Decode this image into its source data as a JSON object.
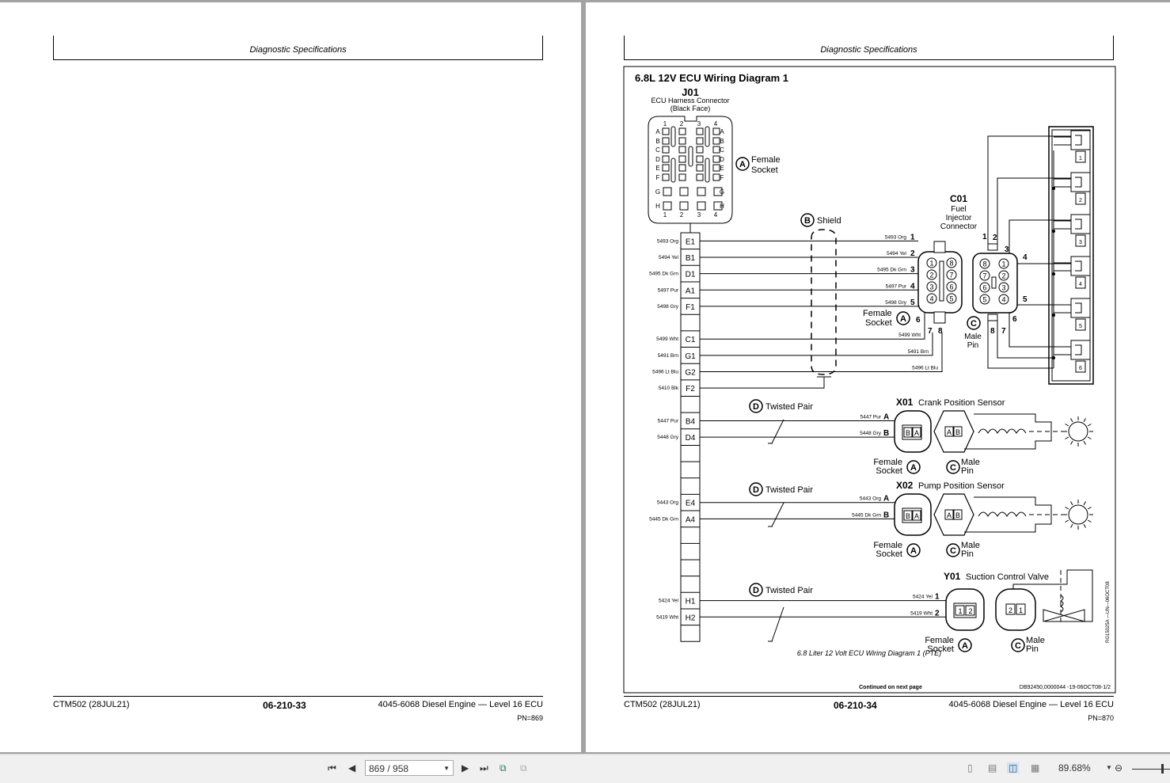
{
  "viewer": {
    "page_field": "869 / 958",
    "zoom": "89.68%",
    "icons": [
      "first-page-icon",
      "previous-page-icon",
      "next-page-icon",
      "last-page-icon",
      "previous-view-icon",
      "next-view-icon",
      "single-page-icon",
      "continuous-page-icon",
      "facing-pages-icon",
      "continuous-facing-icon",
      "zoom-out-icon"
    ]
  },
  "left_page": {
    "header": "Diagnostic Specifications",
    "footer_left": "CTM502 (28JUL21)",
    "footer_center": "06-210-33",
    "footer_right": "4045-6068 Diesel Engine — Level 16 ECU",
    "pn": "PN=869"
  },
  "right_page": {
    "header": "Diagnostic Specifications",
    "footer_left": "CTM502 (28JUL21)",
    "footer_center": "06-210-34",
    "footer_right": "4045-6068 Diesel Engine — Level 16 ECU",
    "pn": "PN=870"
  },
  "diagram": {
    "title": "6.8L 12V ECU Wiring Diagram 1",
    "j01": {
      "id": "J01",
      "name": "ECU Harness Connector",
      "sub": "(Black Face)",
      "cols": [
        "1",
        "2",
        "3",
        "4"
      ],
      "rows": [
        "A",
        "B",
        "C",
        "D",
        "E",
        "F",
        "G",
        "H"
      ]
    },
    "callout_female": "Female",
    "callout_socket": "Socket",
    "callout_male": "Male",
    "callout_pin": "Pin",
    "shield": "Shield",
    "twisted_pair": "Twisted Pair",
    "harness_pins": [
      "E1",
      "B1",
      "D1",
      "A1",
      "F1",
      "",
      "C1",
      "G1",
      "G2",
      "F2",
      "",
      "B4",
      "D4",
      "",
      "",
      "",
      "E4",
      "A4",
      "",
      "",
      "",
      "",
      "H1",
      "H2",
      ""
    ],
    "injector_wires": [
      {
        "pin": "E1",
        "label": "5493 Org",
        "dest": "1"
      },
      {
        "pin": "B1",
        "label": "5494 Yel",
        "dest": "2"
      },
      {
        "pin": "D1",
        "label": "5495 Dk Grn",
        "dest": "3"
      },
      {
        "pin": "A1",
        "label": "5497 Pur",
        "dest": "4"
      },
      {
        "pin": "F1",
        "label": "5498 Gry",
        "dest": "5"
      },
      {
        "pin": "C1",
        "label": "5499 Wht",
        "dest": "6"
      },
      {
        "pin": "G1",
        "label": "5491 Brn",
        "dest": "7"
      },
      {
        "pin": "G2",
        "label": "5496 Lt Blu",
        "dest": "8"
      }
    ],
    "shield_wire": {
      "pin": "F2",
      "label": "5410 Blk"
    },
    "c01": {
      "id": "C01",
      "name1": "Fuel",
      "name2": "Injector",
      "name3": "Connector",
      "pins": [
        "1",
        "2",
        "3",
        "4",
        "5",
        "6",
        "7",
        "8"
      ]
    },
    "injectors": [
      "1",
      "2",
      "3",
      "4",
      "5",
      "6"
    ],
    "sensors": [
      {
        "id": "X01",
        "name": "Crank Position Sensor",
        "pins": [
          "A",
          "B"
        ],
        "wires": [
          {
            "pin": "B4",
            "label": "5447 Pur",
            "dest": "A"
          },
          {
            "pin": "D4",
            "label": "5448 Gry",
            "dest": "B"
          }
        ]
      },
      {
        "id": "X02",
        "name": "Pump Position Sensor",
        "pins": [
          "A",
          "B"
        ],
        "wires": [
          {
            "pin": "E4",
            "label": "5443 Org",
            "dest": "A"
          },
          {
            "pin": "A4",
            "label": "5445 Dk Grn",
            "dest": "B"
          }
        ]
      },
      {
        "id": "Y01",
        "name": "Suction Control Valve",
        "pins": [
          "1",
          "2"
        ],
        "wires": [
          {
            "pin": "H1",
            "label": "5424 Yel",
            "dest": "1"
          },
          {
            "pin": "H2",
            "label": "5419 Wht",
            "dest": "2"
          }
        ]
      }
    ],
    "caption": "6.8 Liter 12 Volt ECU Wiring Diagram 1 (PTE)",
    "side_code": "RG15025A —UN—06OCT08",
    "continued": "Continued on next page",
    "doc_id": "DB92450,0000044 -19-06OCT08-1/2"
  }
}
